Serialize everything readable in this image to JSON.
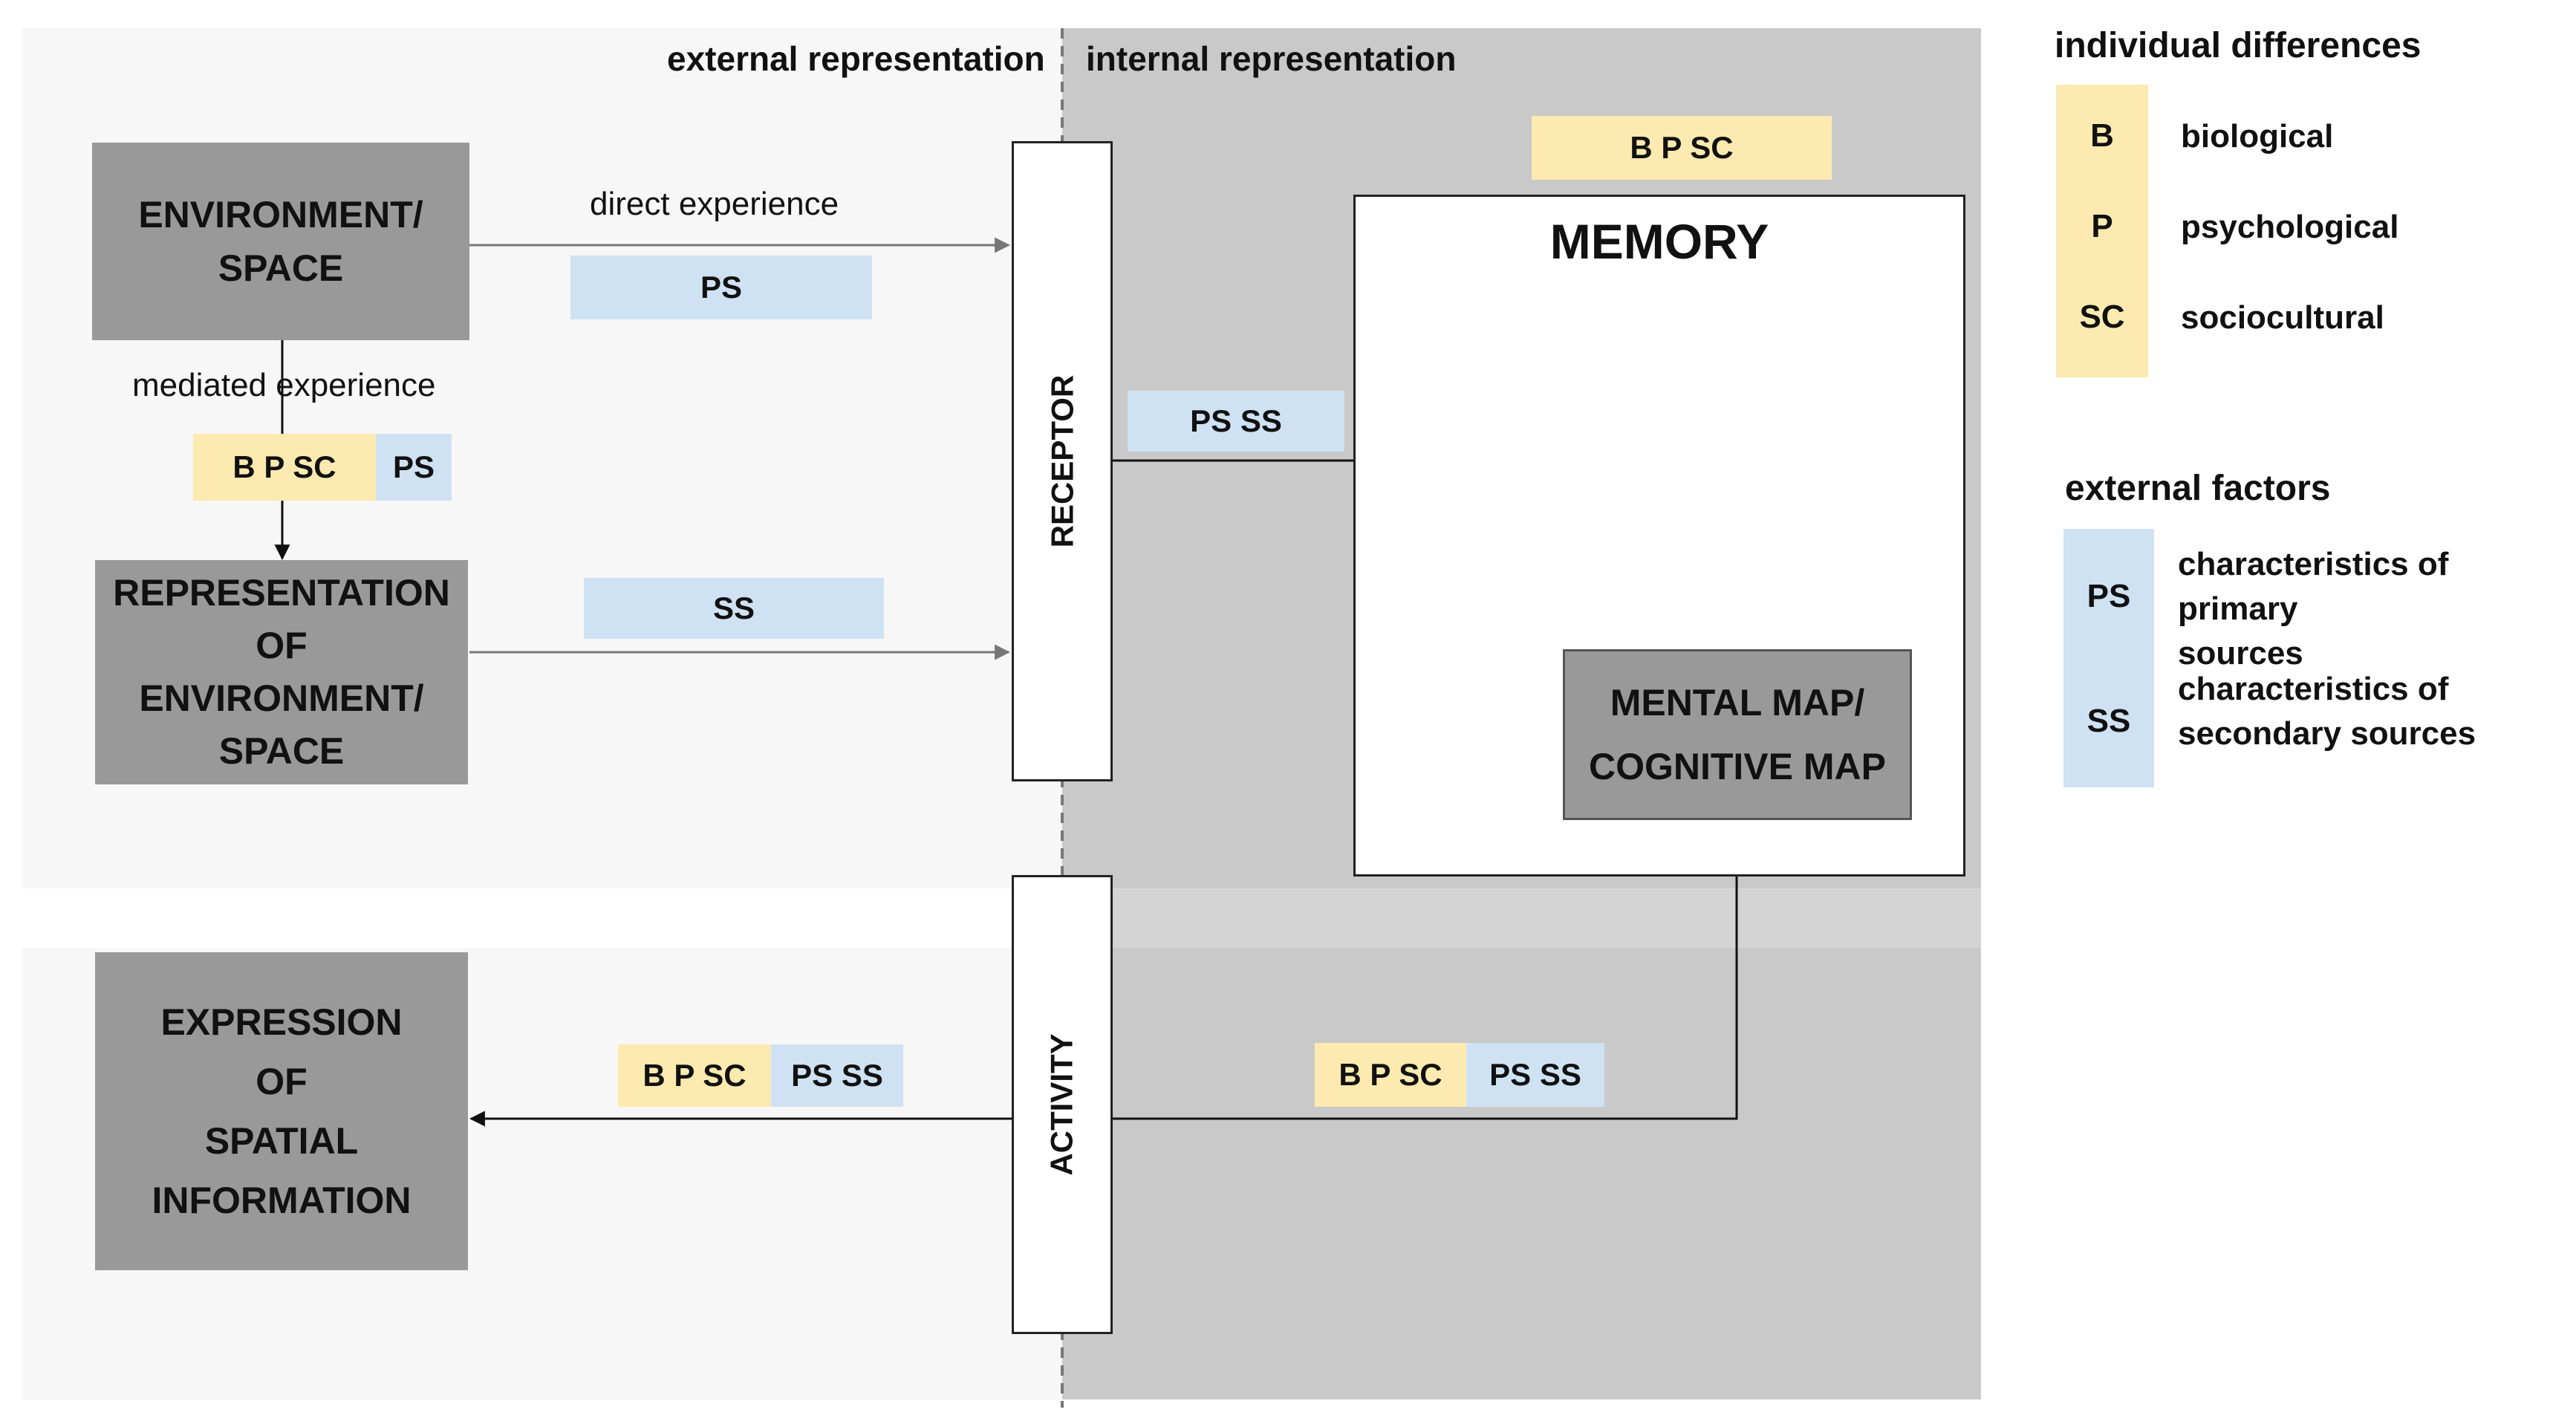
{
  "zones": {
    "external_label": "external representation",
    "internal_label": "internal representation"
  },
  "boxes": {
    "environment": [
      "ENVIRONMENT/",
      "SPACE"
    ],
    "representation": [
      "REPRESENTATION",
      "OF",
      "ENVIRONMENT/",
      "SPACE"
    ],
    "expression": [
      "EXPRESSION",
      "OF",
      "SPATIAL",
      "INFORMATION"
    ],
    "receptor": "RECEPTOR",
    "activity": "ACTIVITY",
    "memory": "MEMORY",
    "mental_map": [
      "MENTAL MAP/",
      "COGNITIVE MAP"
    ]
  },
  "arrows": {
    "direct_experience": "direct experience",
    "mediated_experience": "mediated experience"
  },
  "tags": {
    "direct_ps": "PS",
    "mediated_bpsc": "B P SC",
    "mediated_ps": "PS",
    "representation_ss": "SS",
    "receptor_psss": "PS SS",
    "memory_bpsc": "B P SC",
    "activity_left_bpsc": "B P SC",
    "activity_left_psss": "PS SS",
    "activity_right_bpsc": "B P SC",
    "activity_right_psss": "PS SS"
  },
  "legend": {
    "individual_title": "individual differences",
    "individual": [
      {
        "key": "B",
        "label": "biological"
      },
      {
        "key": "P",
        "label": "psychological"
      },
      {
        "key": "SC",
        "label": "sociocultural"
      }
    ],
    "external_title": "external factors",
    "external": [
      {
        "key": "PS",
        "label": [
          "characteristics of primary",
          "sources"
        ]
      },
      {
        "key": "SS",
        "label": [
          "characteristics of",
          "secondary sources"
        ]
      }
    ]
  },
  "colors": {
    "individual": "#fdeab0",
    "external": "#cfe2f3",
    "node": "#999999",
    "internal_zone": "#c9c9c9",
    "external_zone": "#f7f7f7"
  }
}
